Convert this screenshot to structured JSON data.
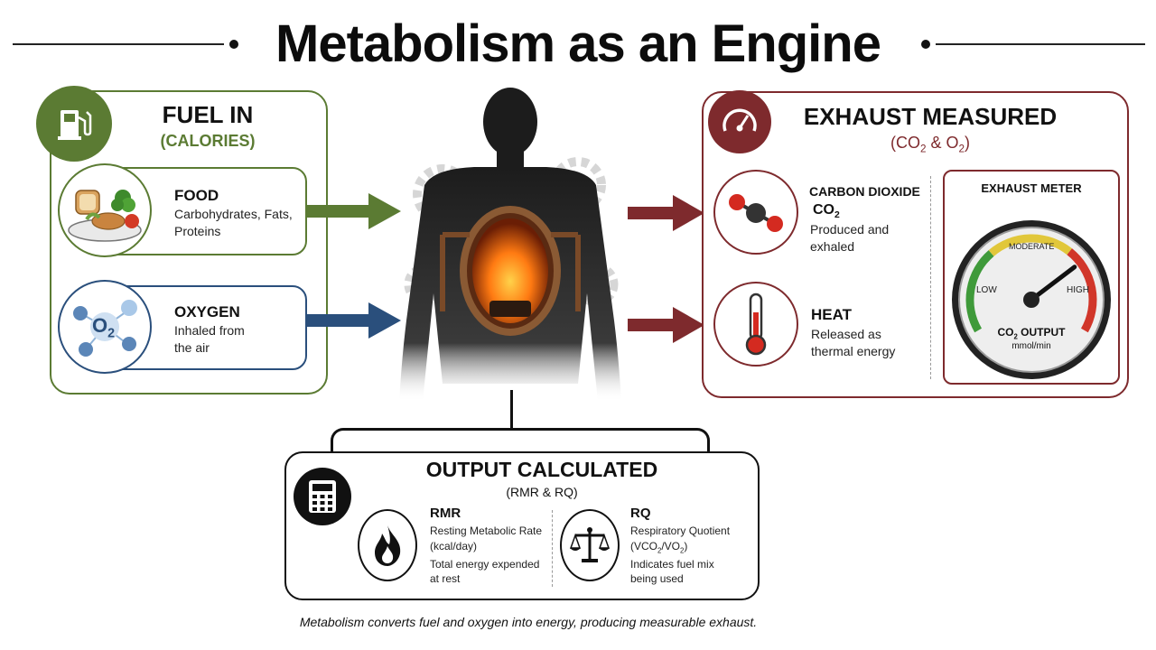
{
  "title": "Metabolism as an Engine",
  "fuel_in": {
    "title": "FUEL IN",
    "subtitle": "(CALORIES)",
    "food": {
      "title": "FOOD",
      "text": "Carbohydrates, Fats, Proteins"
    },
    "oxygen": {
      "title": "OXYGEN",
      "text_line1": "Inhaled from",
      "text_line2": "the air",
      "icon_label": "O",
      "icon_sub": "2"
    }
  },
  "exhaust": {
    "title": "EXHAUST MEASURED",
    "subtitle_a": "(CO",
    "subtitle_sub": "2",
    "subtitle_b": " & O",
    "subtitle_sub2": "2",
    "subtitle_c": ")",
    "co2": {
      "title": "CARBON DIOXIDE",
      "formula": "CO",
      "formula_sub": "2",
      "text_line1": "Produced and",
      "text_line2": "exhaled"
    },
    "heat": {
      "title": "HEAT",
      "text_line1": "Released as",
      "text_line2": "thermal energy"
    },
    "meter": {
      "title": "EXHAUST METER",
      "low": "LOW",
      "moderate": "MODERATE",
      "high": "HIGH",
      "output": "CO",
      "output_sub": "2",
      "output_b": " OUTPUT",
      "unit": "mmol/min",
      "level": 0.72
    }
  },
  "output": {
    "title": "OUTPUT CALCULATED",
    "subtitle": "(RMR & RQ)",
    "rmr": {
      "title": "RMR",
      "line1": "Resting Metabolic Rate",
      "line2": "(kcal/day)",
      "line3": "Total energy expended",
      "line4": "at rest"
    },
    "rq": {
      "title": "RQ",
      "line1": "Respiratory Quotient",
      "line2a": "(VCO",
      "line2b": "2",
      "line2c": "/VO",
      "line2d": "2",
      "line2e": ")",
      "line3": "Indicates fuel mix",
      "line4": "being used"
    }
  },
  "caption": "Metabolism converts fuel and oxygen into energy, producing measurable exhaust.",
  "colors": {
    "fuel": "#5b7b33",
    "oxygen": "#2a4f7c",
    "exhaust": "#7e2a2d",
    "dark": "#111111"
  }
}
